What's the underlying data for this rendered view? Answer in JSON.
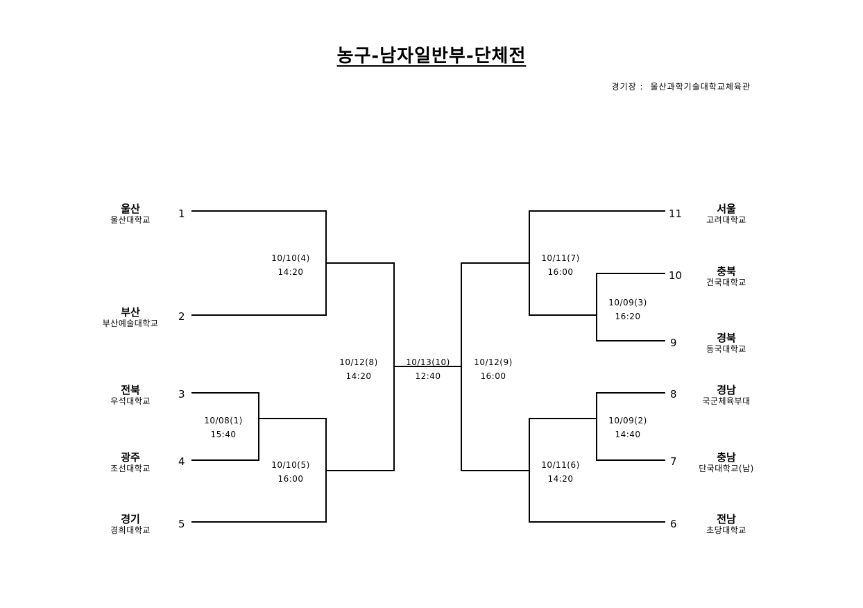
{
  "title": "농구-남자일반부-단체전",
  "venue": {
    "label": "경기장 :",
    "name": "울산과학기술대학교체육관"
  },
  "teams": [
    {
      "seed": "1",
      "region": "울산",
      "school": "울산대학교"
    },
    {
      "seed": "2",
      "region": "부산",
      "school": "부산예술대학교"
    },
    {
      "seed": "3",
      "region": "전북",
      "school": "우석대학교"
    },
    {
      "seed": "4",
      "region": "광주",
      "school": "조선대학교"
    },
    {
      "seed": "5",
      "region": "경기",
      "school": "경희대학교"
    },
    {
      "seed": "11",
      "region": "서울",
      "school": "고려대학교"
    },
    {
      "seed": "10",
      "region": "충북",
      "school": "건국대학교"
    },
    {
      "seed": "9",
      "region": "경북",
      "school": "동국대학교"
    },
    {
      "seed": "8",
      "region": "경남",
      "school": "국군체육부대"
    },
    {
      "seed": "7",
      "region": "충남",
      "school": "단국대학교(남)"
    },
    {
      "seed": "6",
      "region": "전남",
      "school": "초당대학교"
    }
  ],
  "matches": [
    {
      "date": "10/10(4)",
      "time": "14:20"
    },
    {
      "date": "10/08(1)",
      "time": "15:40"
    },
    {
      "date": "10/10(5)",
      "time": "16:00"
    },
    {
      "date": "10/12(8)",
      "time": "14:20"
    },
    {
      "date": "10/13(10)",
      "time": "12:40"
    },
    {
      "date": "10/12(9)",
      "time": "16:00"
    },
    {
      "date": "10/11(7)",
      "time": "16:00"
    },
    {
      "date": "10/09(3)",
      "time": "16:20"
    },
    {
      "date": "10/09(2)",
      "time": "14:40"
    },
    {
      "date": "10/11(6)",
      "time": "14:20"
    }
  ]
}
